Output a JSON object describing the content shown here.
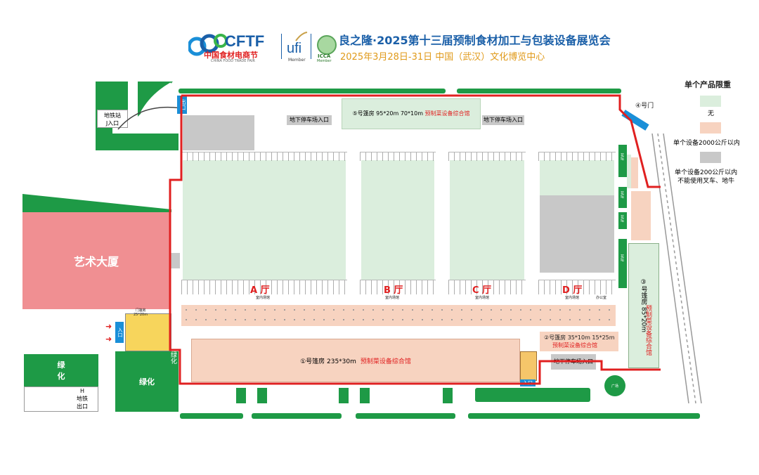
{
  "header": {
    "logo_cftf": "CFTF",
    "logo_cftf_cn": "中国食材电商节",
    "logo_cftf_en": "CHINA FOOD TRADE FAIR",
    "logo_ufi": "ufi",
    "logo_ufi_sub": "Member",
    "logo_icca": "ICCA",
    "logo_icca_sub": "Member",
    "title": "良之隆·2025第十三届预制食材加工与包装设备展览会",
    "subtitle": "2025年3月28日-31日    中国（武汉）文化博览中心"
  },
  "map": {
    "metro_j": "地铁站\nJ入口",
    "exit_label": "出口",
    "gate4": "④号门",
    "tent5_name": "⑤号篷房 95*20m  70*10m",
    "tent5_use": "预制菜设备综合馆",
    "parking_left": "地下停车场入口",
    "parking_right": "地下停车场入口",
    "parking_bottom": "地下停车场入口",
    "art_building": "艺术大厦",
    "hall_a": "A  厅",
    "hall_b": "B  厅",
    "hall_c": "C  厅",
    "hall_d": "D  厅",
    "indoor_a": "室内场馆",
    "indoor_b": "室内场馆",
    "indoor_c": "室内场馆",
    "indoor_d": "室内场馆",
    "office": "办公室",
    "tent1_name": "①号篷房 235*30m",
    "tent1_use": "预制菜设备综合馆",
    "tent2_name": "②号篷房 35*10m   15*25m",
    "tent2_use": "预制菜设备综合馆",
    "tent3_name": "③号篷房 85*20m",
    "tent3_use": "预制菜设备综合馆",
    "gate_tent": "门篷房\n25*20m",
    "entrance": "入口",
    "entrance_bottom": "入口",
    "greenery": "绿化",
    "greenery_2": "绿化",
    "greenery_3": "绿化",
    "metro_h": "H\n地铁\n出口",
    "plaza": "广场",
    "flower": "花坛",
    "flower_2": "花坛",
    "flower_3": "花坛",
    "flower_4": "花坛"
  },
  "legend": {
    "title": "单个产品限重",
    "item1": "无",
    "item2": "单个设备2000公斤以内",
    "item3": "单个设备200公斤以内\n不能使用叉车、地牛",
    "colors": {
      "item1": "#dbeedd",
      "item2": "#f7d3c0",
      "item3": "#c8c8c8"
    }
  }
}
